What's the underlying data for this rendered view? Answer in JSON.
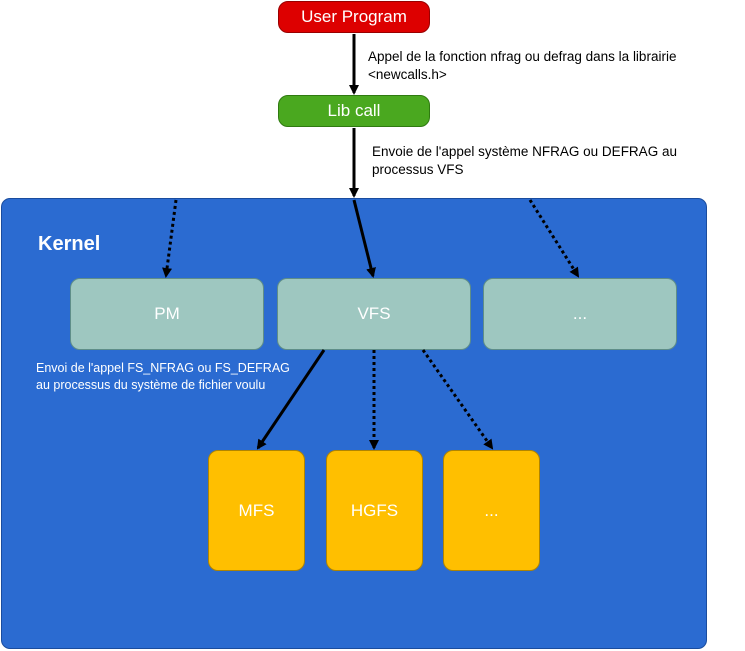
{
  "nodes": {
    "user_program": "User Program",
    "lib_call": "Lib call",
    "kernel": "Kernel",
    "pm": "PM",
    "vfs": "VFS",
    "proc_more": "...",
    "mfs": "MFS",
    "hgfs": "HGFS",
    "fs_more": "..."
  },
  "annotations": {
    "call_lib": "Appel de la fonction nfrag ou defrag dans la librairie <newcalls.h>",
    "send_syscall": "Envoie de l'appel système NFRAG ou DEFRAG au processus VFS",
    "send_fs": "Envoi de l'appel FS_NFRAG ou FS_DEFRAG au processus du système de fichier voulu"
  },
  "colors": {
    "user_program": "#dd0000",
    "lib_call": "#4aa81f",
    "kernel": "#2b6bd1",
    "process": "#9ec7c0",
    "filesystem": "#ffbf00"
  }
}
